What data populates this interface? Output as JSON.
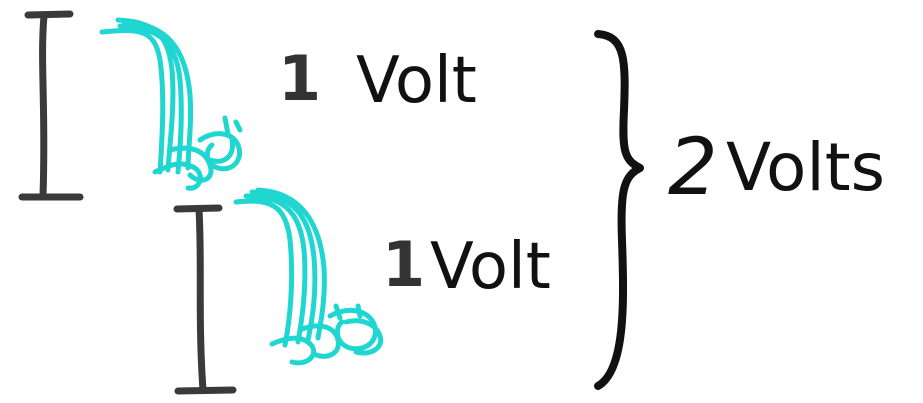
{
  "diagram": {
    "labels": {
      "top_number": "1",
      "top_unit": "Volt",
      "bottom_number": "1",
      "bottom_unit": "Volt",
      "total_number": "2",
      "total_unit": "Volts"
    },
    "colors": {
      "step_ink": "#3a3a3a",
      "drop_ink": "#1fd6d0",
      "brace_ink": "#111111",
      "text_ink": "#111111"
    },
    "icons": [
      "step-bracket-icon",
      "falling-drop-icon",
      "curly-brace-icon"
    ]
  }
}
